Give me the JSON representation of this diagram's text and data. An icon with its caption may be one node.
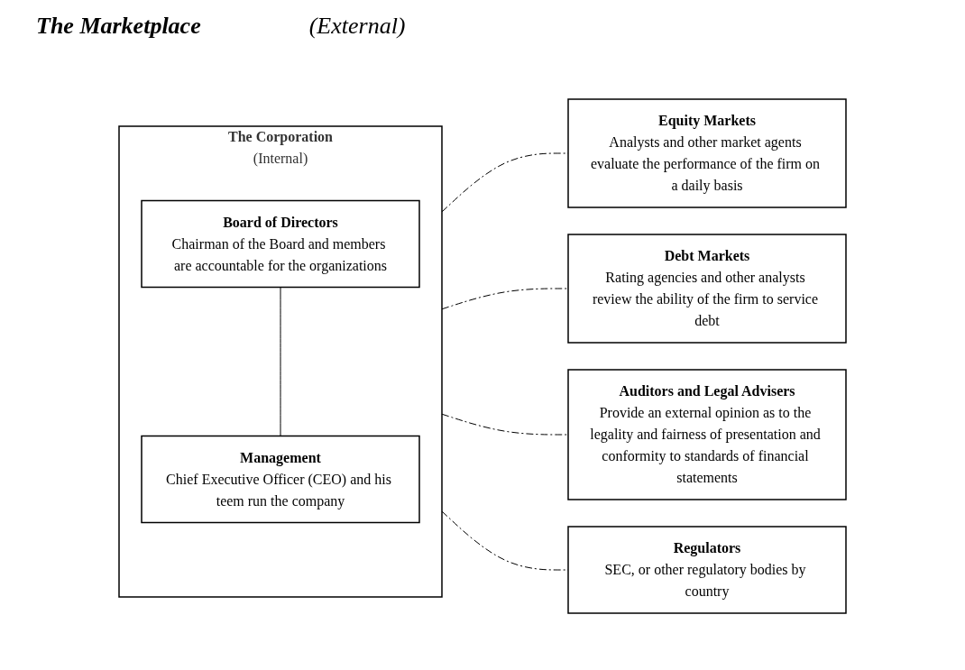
{
  "diagram": {
    "nodes": [
      {
        "text": [
          "The Corporation",
          "(Internal)"
        ]
      },
      {
        "text": [
          "Board of Directors",
          "Chairman of the Board and members are accountable for the organizations"
        ],
        "in": 0
      },
      {
        "text": [
          "Management",
          "Chief Executive Officer (CEO) and his teem run the company"
        ],
        "in": 0
      },
      {
        "text": [
          "Equity Markets",
          "Analysts and other market agents evaluate the performance of the firm on a daily basis"
        ]
      },
      {
        "text": [
          "Debt Markets",
          "Rating agencies and other analysts review the ability of the firm to service debt"
        ]
      },
      {
        "text": [
          "Auditors and Legal Advisers",
          "Provide an external opinion as to the legality and fairness of presentation and conformity to standards of financial statements"
        ]
      },
      {
        "text": [
          "Regulators",
          "SEC, or other regulatory bodies by country"
        ]
      }
    ],
    "edges": [
      {
        "from": 1,
        "to": 2,
        "arrow": "none"
      },
      {
        "from": 0,
        "to": 3,
        "arrow": "none",
        "style": "dashed"
      },
      {
        "from": 0,
        "to": 4,
        "arrow": "none",
        "style": "dashed"
      },
      {
        "from": 0,
        "to": 5,
        "arrow": "none",
        "style": "dashed"
      },
      {
        "from": 0,
        "to": 6,
        "arrow": "none",
        "style": "dashed"
      }
    ],
    "labels": [
      "The Marketplace",
      "(External)"
    ]
  }
}
